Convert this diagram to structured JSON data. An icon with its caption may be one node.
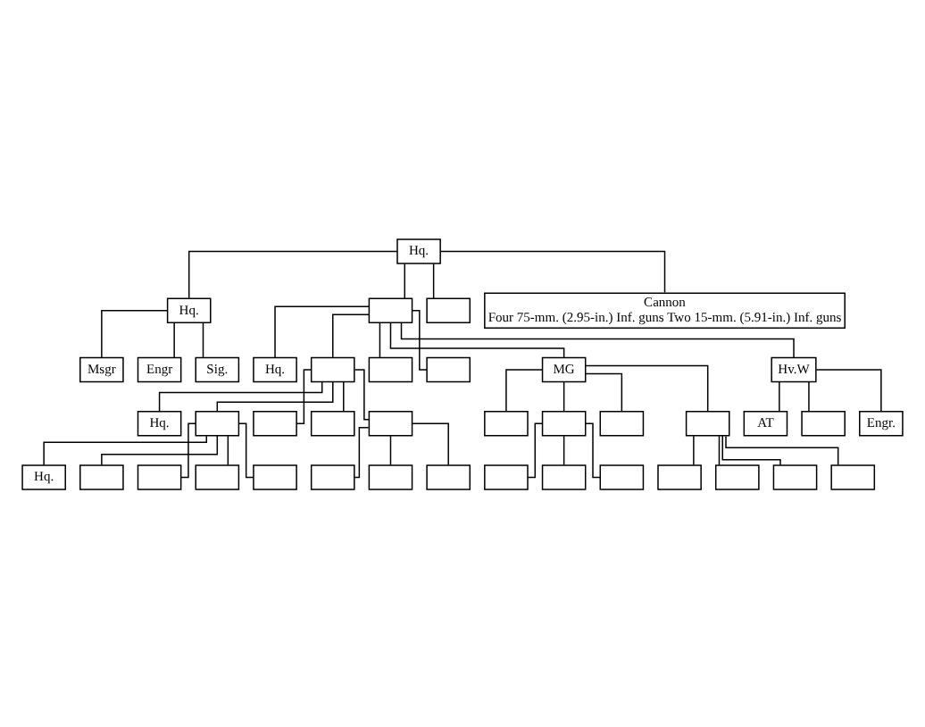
{
  "diagram": {
    "nodes": [
      {
        "text": [
          "Hq."
        ]
      },
      {
        "text": [
          "Hq."
        ]
      },
      {
        "text": [],
        "shape": "box"
      },
      {
        "text": [],
        "shape": "box"
      },
      {
        "text": [
          "Cannon",
          "Four 75-mm. (2.95-in.) Inf. guns Two 15-mm. (5.91-in.) Inf. guns"
        ]
      },
      {
        "text": [
          "Msgr"
        ]
      },
      {
        "text": [
          "Engr"
        ]
      },
      {
        "text": [
          "Sig."
        ]
      },
      {
        "text": [
          "Hq."
        ]
      },
      {
        "text": [],
        "shape": "box"
      },
      {
        "text": [],
        "shape": "box"
      },
      {
        "text": [],
        "shape": "box"
      },
      {
        "text": [
          "MG"
        ]
      },
      {
        "text": [
          "Hv.W"
        ]
      },
      {
        "text": [],
        "shape": "box"
      },
      {
        "text": [],
        "shape": "box"
      },
      {
        "text": [],
        "shape": "box"
      },
      {
        "text": [],
        "shape": "box"
      },
      {
        "text": [],
        "shape": "box"
      },
      {
        "text": [],
        "shape": "box"
      },
      {
        "text": [],
        "shape": "box"
      },
      {
        "text": [],
        "shape": "box"
      },
      {
        "text": [],
        "shape": "box"
      },
      {
        "text": [],
        "shape": "box"
      },
      {
        "text": [],
        "shape": "box"
      },
      {
        "text": [
          "AT"
        ]
      },
      {
        "text": [],
        "shape": "box"
      },
      {
        "text": [
          "Engr."
        ]
      },
      {
        "text": [
          "Hq."
        ]
      },
      {
        "text": [],
        "shape": "box"
      },
      {
        "text": [],
        "shape": "box"
      },
      {
        "text": [],
        "shape": "box"
      },
      {
        "text": [],
        "shape": "box"
      },
      {
        "text": [],
        "shape": "box"
      },
      {
        "text": [],
        "shape": "box"
      },
      {
        "text": [],
        "shape": "box"
      },
      {
        "text": [
          "Hq."
        ]
      },
      {
        "text": [],
        "shape": "box"
      },
      {
        "text": [],
        "shape": "box"
      },
      {
        "text": [],
        "shape": "box"
      },
      {
        "text": [],
        "shape": "box"
      }
    ],
    "edges": [
      {
        "from": 0,
        "to": 1,
        "arrow": "none"
      },
      {
        "from": 0,
        "to": 2,
        "arrow": "none"
      },
      {
        "from": 0,
        "to": 3,
        "arrow": "none"
      },
      {
        "from": 0,
        "to": 4,
        "arrow": "none"
      },
      {
        "from": 1,
        "to": 5,
        "arrow": "none"
      },
      {
        "from": 1,
        "to": 6,
        "arrow": "none"
      },
      {
        "from": 1,
        "to": 7,
        "arrow": "none"
      },
      {
        "from": 2,
        "to": 8,
        "arrow": "none"
      },
      {
        "from": 2,
        "to": 9,
        "arrow": "none"
      },
      {
        "from": 2,
        "to": 10,
        "arrow": "none"
      },
      {
        "from": 2,
        "to": 11,
        "arrow": "none"
      },
      {
        "from": 2,
        "to": 12,
        "arrow": "none"
      },
      {
        "from": 2,
        "to": 13,
        "arrow": "none"
      },
      {
        "from": 12,
        "to": 14,
        "arrow": "none"
      },
      {
        "from": 12,
        "to": 15,
        "arrow": "none"
      },
      {
        "from": 12,
        "to": 16,
        "arrow": "none"
      },
      {
        "from": 12,
        "to": 17,
        "arrow": "none"
      },
      {
        "from": 15,
        "to": 18,
        "arrow": "none"
      },
      {
        "from": 15,
        "to": 19,
        "arrow": "none"
      },
      {
        "from": 15,
        "to": 20,
        "arrow": "none"
      },
      {
        "from": 17,
        "to": 21,
        "arrow": "none"
      },
      {
        "from": 17,
        "to": 22,
        "arrow": "none"
      },
      {
        "from": 17,
        "to": 23,
        "arrow": "none"
      },
      {
        "from": 17,
        "to": 24,
        "arrow": "none"
      },
      {
        "from": 13,
        "to": 25,
        "arrow": "none"
      },
      {
        "from": 13,
        "to": 26,
        "arrow": "none"
      },
      {
        "from": 13,
        "to": 27,
        "arrow": "none"
      },
      {
        "from": 9,
        "to": 28,
        "arrow": "none"
      },
      {
        "from": 9,
        "to": 29,
        "arrow": "none"
      },
      {
        "from": 9,
        "to": 30,
        "arrow": "none"
      },
      {
        "from": 9,
        "to": 31,
        "arrow": "none"
      },
      {
        "from": 9,
        "to": 32,
        "arrow": "none"
      },
      {
        "from": 32,
        "to": 33,
        "arrow": "none"
      },
      {
        "from": 32,
        "to": 34,
        "arrow": "none"
      },
      {
        "from": 32,
        "to": 35,
        "arrow": "none"
      },
      {
        "from": 29,
        "to": 36,
        "arrow": "none"
      },
      {
        "from": 29,
        "to": 37,
        "arrow": "none"
      },
      {
        "from": 29,
        "to": 38,
        "arrow": "none"
      },
      {
        "from": 29,
        "to": 39,
        "arrow": "none"
      },
      {
        "from": 29,
        "to": 40,
        "arrow": "none"
      }
    ]
  }
}
